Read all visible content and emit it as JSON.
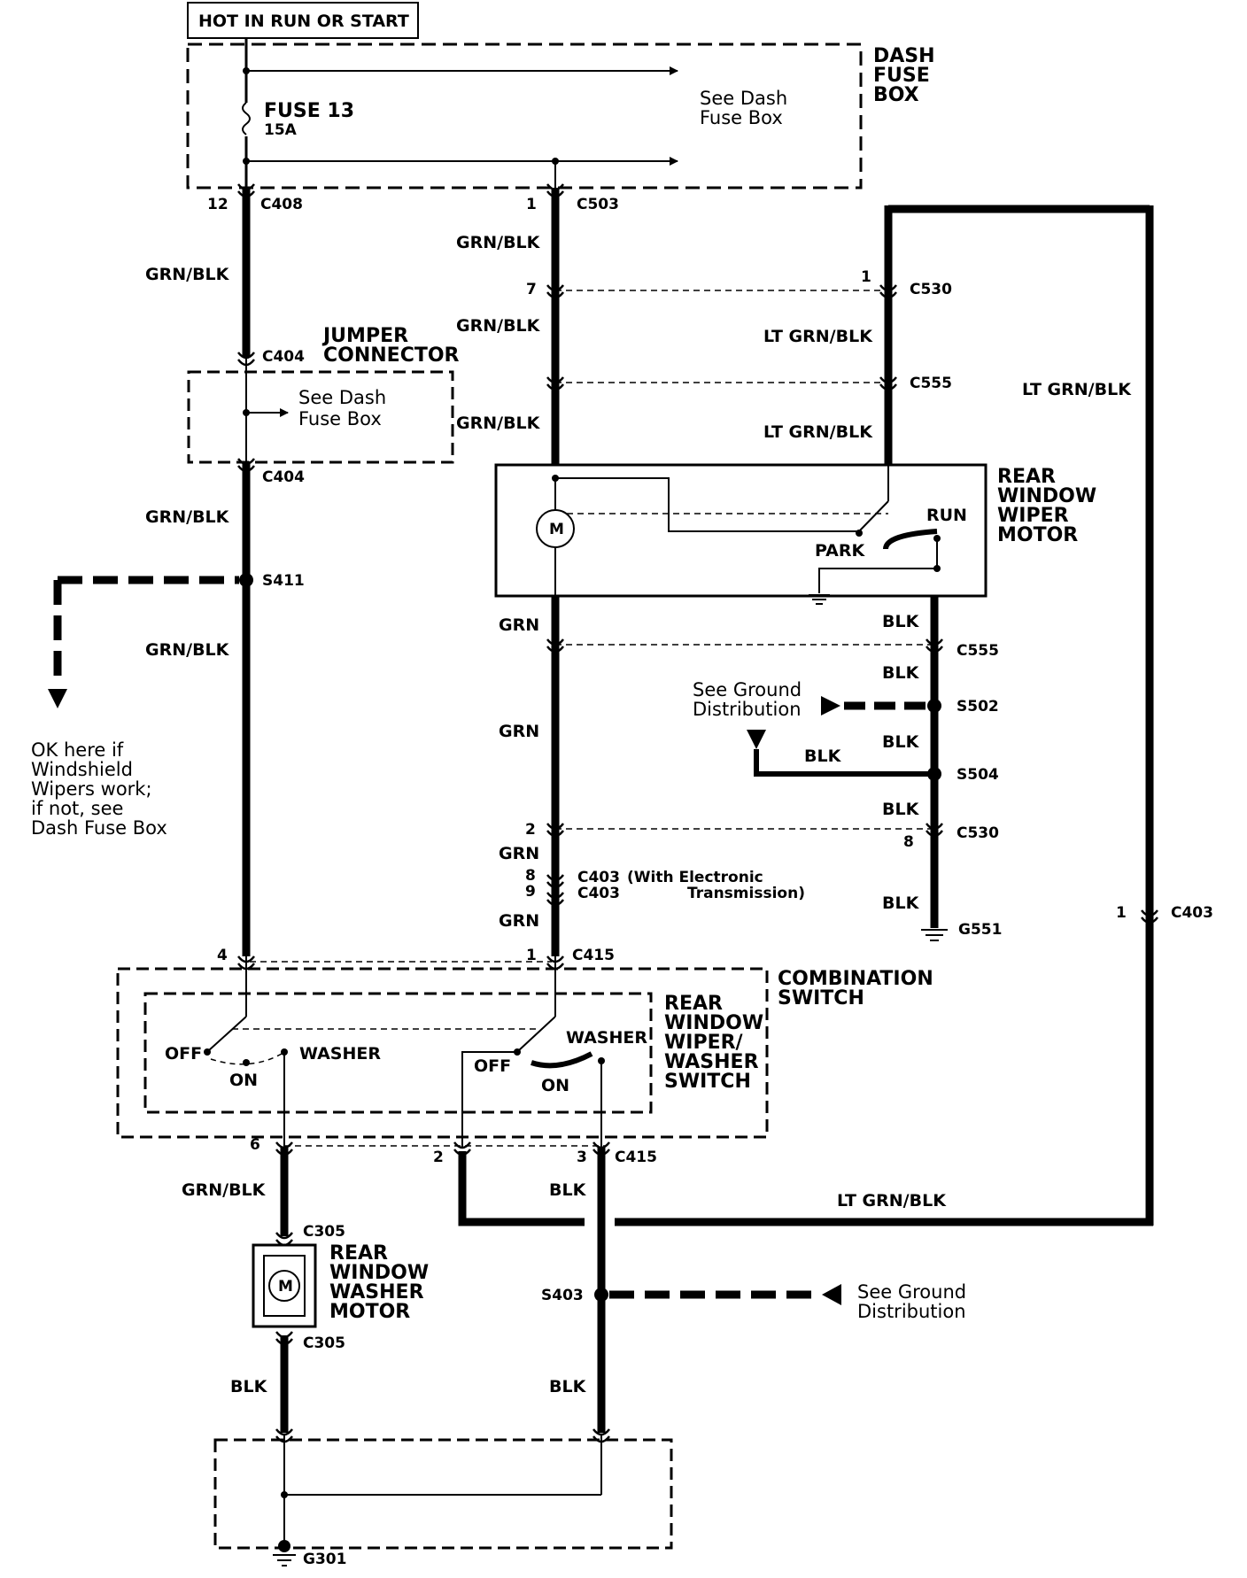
{
  "power_header": "HOT IN RUN OR START",
  "dash_fuse_box": {
    "title": [
      "DASH",
      "FUSE",
      "BOX"
    ],
    "fuse_name": "FUSE 13",
    "fuse_rating": "15A",
    "see_text": [
      "See Dash",
      "Fuse Box"
    ]
  },
  "jumper": {
    "title": [
      "JUMPER",
      "CONNECTOR"
    ],
    "see_text": [
      "See Dash",
      "Fuse Box"
    ]
  },
  "connectors": {
    "c408": "C408",
    "c503": "C503",
    "c404": "C404",
    "c530": "C530",
    "c555": "C555",
    "c403": "C403",
    "c415": "C415",
    "c305": "C305"
  },
  "pins": {
    "p12": "12",
    "p1": "1",
    "p7": "7",
    "p2": "2",
    "p8": "8",
    "p9": "9",
    "p4": "4",
    "p6": "6",
    "p3": "3"
  },
  "splices": {
    "s411": "S411",
    "s502": "S502",
    "s504": "S504",
    "s403": "S403"
  },
  "grounds": {
    "g551": "G551",
    "g301": "G301"
  },
  "wires": {
    "grn_blk": "GRN/BLK",
    "grn": "GRN",
    "blk": "BLK",
    "lt_grn_blk": "LT GRN/BLK"
  },
  "c403_note": [
    "(With Electronic",
    "Transmission)"
  ],
  "ok_note": [
    "OK here if",
    "Windshield",
    "Wipers work;",
    "if not, see",
    "Dash Fuse Box"
  ],
  "ground_dist": [
    "See Ground",
    "Distribution"
  ],
  "wiper_motor": {
    "title": [
      "REAR",
      "WINDOW",
      "WIPER",
      "MOTOR"
    ],
    "run": "RUN",
    "park": "PARK",
    "motor_symbol": "M"
  },
  "combination_switch": {
    "title": [
      "COMBINATION",
      "SWITCH"
    ],
    "sub_title": [
      "REAR",
      "WINDOW",
      "WIPER/",
      "WASHER",
      "SWITCH"
    ],
    "off": "OFF",
    "on": "ON",
    "washer": "WASHER"
  },
  "washer_motor": {
    "title": [
      "REAR",
      "WINDOW",
      "WASHER",
      "MOTOR"
    ],
    "motor_symbol": "M"
  }
}
